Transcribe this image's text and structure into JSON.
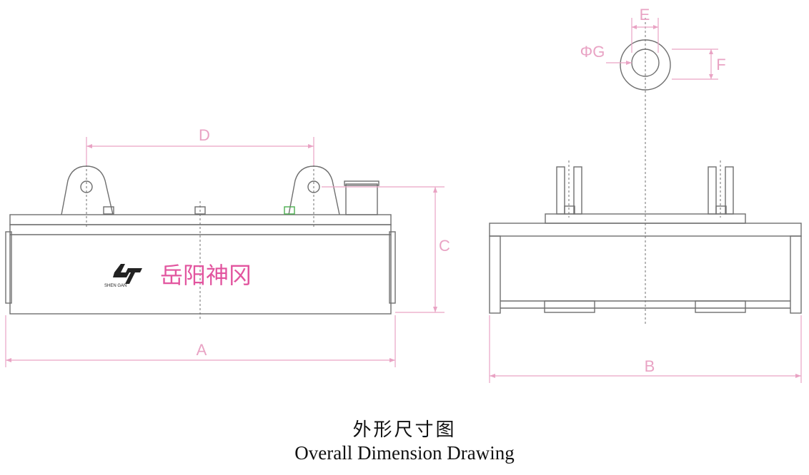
{
  "colors": {
    "outline": "#6f6f6f",
    "dimension": "#e9a3c4",
    "brand_text": "#e2559f",
    "bolt_highlight": "#4caf50",
    "caption": "#111111"
  },
  "dimensions": {
    "a": "A",
    "b": "B",
    "c": "C",
    "d": "D",
    "e": "E",
    "f": "F",
    "g": "ΦG"
  },
  "brand": {
    "logo_small_text": "SHEN GAN",
    "name_cn": "岳阳神冈"
  },
  "caption": {
    "cn": "外形尺寸图",
    "en": "Overall Dimension Drawing"
  },
  "icons": {
    "logo": "shengan-logo-icon"
  }
}
